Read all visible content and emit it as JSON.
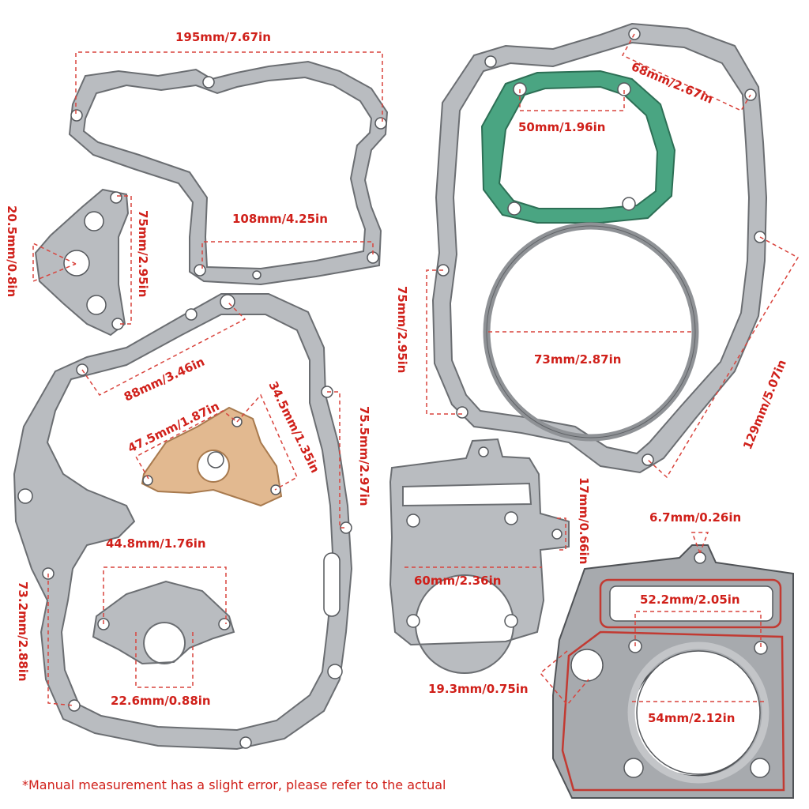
{
  "labels": {
    "l195": "195mm/7.67in",
    "l108": "108mm/4.25in",
    "l20_5": "20.5mm/0.8in",
    "l75a": "75mm/2.95in",
    "l88": "88mm/3.46in",
    "l47_5": "47.5mm/1.87in",
    "l34_5": "34.5mm/1.35in",
    "l75_5": "75.5mm/2.97in",
    "l44_8": "44.8mm/1.76in",
    "l73_2": "73.2mm/2.88in",
    "l22_6": "22.6mm/0.88in",
    "l68": "68mm/2.67in",
    "l50": "50mm/1.96in",
    "l75b": "75mm/2.95in",
    "l73": "73mm/2.87in",
    "l129": "129mm/5.07in",
    "l17": "17mm/0.66in",
    "l60": "60mm/2.36in",
    "l6_7": "6.7mm/0.26in",
    "l52_2": "52.2mm/2.05in",
    "l19_3": "19.3mm/0.75in",
    "l54": "54mm/2.12in"
  },
  "note": "*Manual measurement has a slight error, please refer to the actual",
  "colors": {
    "label": "#d0201a",
    "gasket": "#b9bcc0",
    "green_gasket": "#4aa582",
    "paper_gasket": "#e2b990",
    "head_bead": "#c23a32"
  }
}
